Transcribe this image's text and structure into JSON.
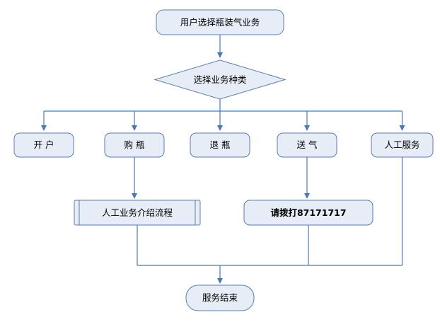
{
  "diagram": {
    "type": "flowchart",
    "colors": {
      "bg": "#ffffff",
      "shape_fill": "#e6edf7",
      "shape_border": "#5c7ca8",
      "connector": "#4a7ab5",
      "text": "#000000"
    },
    "nodes": {
      "start": {
        "label": "用户选择瓶装气业务",
        "shape": "rounded-rect"
      },
      "decision": {
        "label": "选择业务种类",
        "shape": "diamond"
      },
      "open_account": {
        "label": "开 户",
        "shape": "rounded-rect"
      },
      "buy_bottle": {
        "label": "购 瓶",
        "shape": "rounded-rect"
      },
      "return_bottle": {
        "label": "退 瓶",
        "shape": "rounded-rect"
      },
      "deliver_gas": {
        "label": "送 气",
        "shape": "rounded-rect"
      },
      "manual_service": {
        "label": "人工服务",
        "shape": "rounded-rect"
      },
      "intro_process": {
        "label": "人工业务介绍流程",
        "shape": "predefined-process"
      },
      "call": {
        "prefix": "请拨打",
        "number": "87171717",
        "shape": "rounded-rect"
      },
      "end": {
        "label": "服务结束",
        "shape": "terminator"
      }
    }
  }
}
